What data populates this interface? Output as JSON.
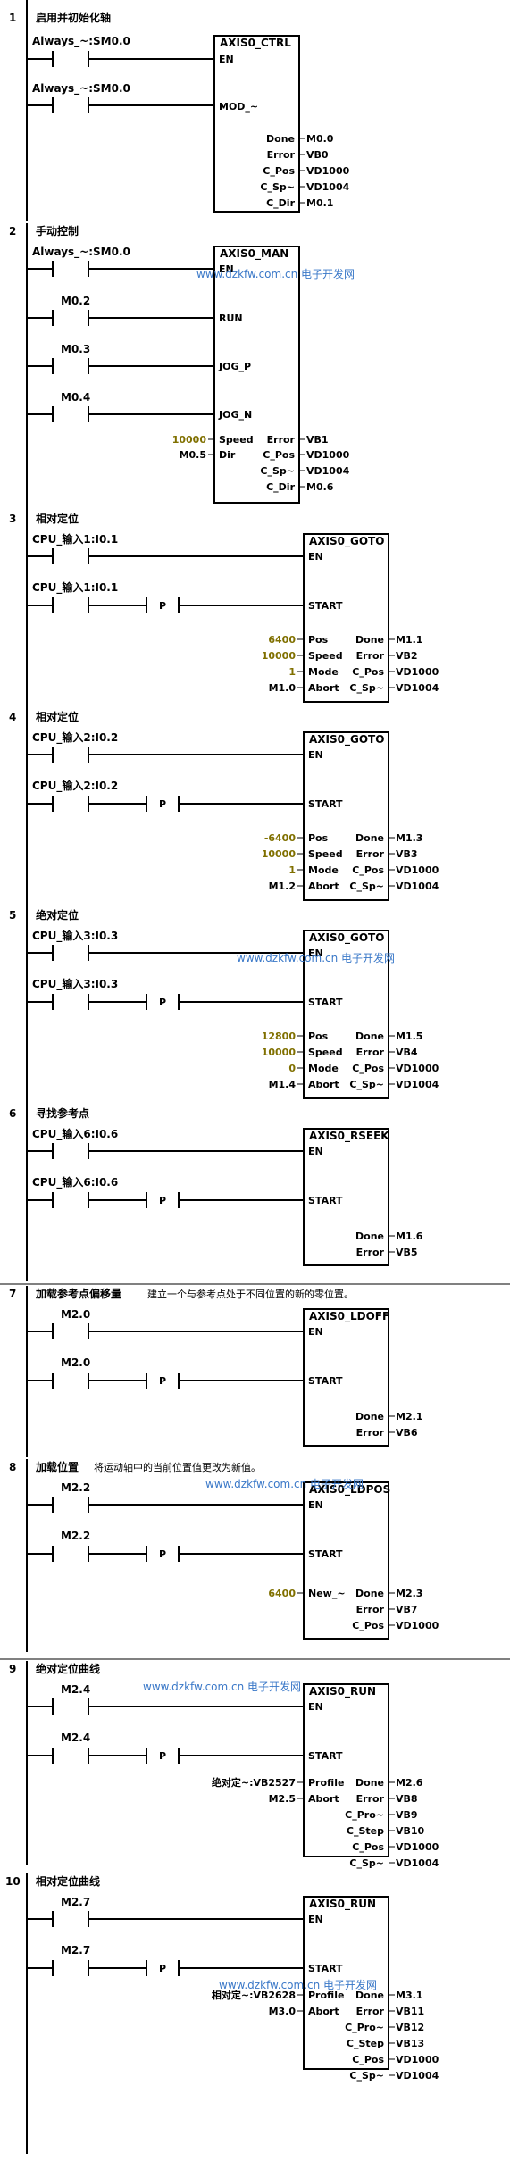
{
  "networks": [
    {
      "number": "1",
      "title": "启用并初始化轴",
      "comment": "",
      "contacts": [
        {
          "label": "Always_~:SM0.0",
          "pulse": false
        },
        {
          "label": "Always_~:SM0.0",
          "pulse": false
        }
      ],
      "block": {
        "name": "AXIS0_CTRL",
        "enable": "EN",
        "trigger_pin": "MOD_~",
        "inputs": [],
        "outputs": [
          {
            "pin": "Done",
            "value": "M0.0"
          },
          {
            "pin": "Error",
            "value": "VB0"
          },
          {
            "pin": "C_Pos",
            "value": "VD1000"
          },
          {
            "pin": "C_Sp~",
            "value": "VD1004"
          },
          {
            "pin": "C_Dir",
            "value": "M0.1"
          }
        ]
      }
    },
    {
      "number": "2",
      "title": "手动控制",
      "comment": "",
      "contacts": [
        {
          "label": "Always_~:SM0.0",
          "pulse": false
        },
        {
          "label": "M0.2",
          "pulse": false
        },
        {
          "label": "M0.3",
          "pulse": false
        },
        {
          "label": "M0.4",
          "pulse": false
        }
      ],
      "block": {
        "name": "AXIS0_MAN",
        "enable": "EN",
        "pins": [
          "RUN",
          "JOG_P",
          "JOG_N"
        ],
        "inputs": [
          {
            "pin": "Speed",
            "value": "10000",
            "constant": true
          },
          {
            "pin": "Dir",
            "value": "M0.5",
            "constant": false
          }
        ],
        "outputs": [
          {
            "pin": "Error",
            "value": "VB1"
          },
          {
            "pin": "C_Pos",
            "value": "VD1000"
          },
          {
            "pin": "C_Sp~",
            "value": "VD1004"
          },
          {
            "pin": "C_Dir",
            "value": "M0.6"
          }
        ]
      }
    },
    {
      "number": "3",
      "title": "相对定位",
      "comment": "",
      "contacts": [
        {
          "label": "CPU_输入1:I0.1",
          "pulse": false
        },
        {
          "label": "CPU_输入1:I0.1",
          "pulse": true
        }
      ],
      "block": {
        "name": "AXIS0_GOTO",
        "enable": "EN",
        "trigger_pin": "START",
        "inputs": [
          {
            "pin": "Pos",
            "value": "6400",
            "constant": true
          },
          {
            "pin": "Speed",
            "value": "10000",
            "constant": true
          },
          {
            "pin": "Mode",
            "value": "1",
            "constant": true
          },
          {
            "pin": "Abort",
            "value": "M1.0",
            "constant": false
          }
        ],
        "outputs": [
          {
            "pin": "Done",
            "value": "M1.1"
          },
          {
            "pin": "Error",
            "value": "VB2"
          },
          {
            "pin": "C_Pos",
            "value": "VD1000"
          },
          {
            "pin": "C_Sp~",
            "value": "VD1004"
          }
        ]
      }
    },
    {
      "number": "4",
      "title": "相对定位",
      "comment": "",
      "contacts": [
        {
          "label": "CPU_输入2:I0.2",
          "pulse": false
        },
        {
          "label": "CPU_输入2:I0.2",
          "pulse": true
        }
      ],
      "block": {
        "name": "AXIS0_GOTO",
        "enable": "EN",
        "trigger_pin": "START",
        "inputs": [
          {
            "pin": "Pos",
            "value": "-6400",
            "constant": true
          },
          {
            "pin": "Speed",
            "value": "10000",
            "constant": true
          },
          {
            "pin": "Mode",
            "value": "1",
            "constant": true
          },
          {
            "pin": "Abort",
            "value": "M1.2",
            "constant": false
          }
        ],
        "outputs": [
          {
            "pin": "Done",
            "value": "M1.3"
          },
          {
            "pin": "Error",
            "value": "VB3"
          },
          {
            "pin": "C_Pos",
            "value": "VD1000"
          },
          {
            "pin": "C_Sp~",
            "value": "VD1004"
          }
        ]
      }
    },
    {
      "number": "5",
      "title": "绝对定位",
      "comment": "",
      "contacts": [
        {
          "label": "CPU_输入3:I0.3",
          "pulse": false
        },
        {
          "label": "CPU_输入3:I0.3",
          "pulse": true
        }
      ],
      "block": {
        "name": "AXIS0_GOTO",
        "enable": "EN",
        "trigger_pin": "START",
        "inputs": [
          {
            "pin": "Pos",
            "value": "12800",
            "constant": true
          },
          {
            "pin": "Speed",
            "value": "10000",
            "constant": true
          },
          {
            "pin": "Mode",
            "value": "0",
            "constant": true
          },
          {
            "pin": "Abort",
            "value": "M1.4",
            "constant": false
          }
        ],
        "outputs": [
          {
            "pin": "Done",
            "value": "M1.5"
          },
          {
            "pin": "Error",
            "value": "VB4"
          },
          {
            "pin": "C_Pos",
            "value": "VD1000"
          },
          {
            "pin": "C_Sp~",
            "value": "VD1004"
          }
        ]
      }
    },
    {
      "number": "6",
      "title": "寻找参考点",
      "comment": "",
      "contacts": [
        {
          "label": "CPU_输入6:I0.6",
          "pulse": false
        },
        {
          "label": "CPU_输入6:I0.6",
          "pulse": true
        }
      ],
      "block": {
        "name": "AXIS0_RSEEK",
        "enable": "EN",
        "trigger_pin": "START",
        "inputs": [],
        "outputs": [
          {
            "pin": "Done",
            "value": "M1.6"
          },
          {
            "pin": "Error",
            "value": "VB5"
          }
        ]
      }
    },
    {
      "number": "7",
      "title": "加载参考点偏移量",
      "comment": "建立一个与参考点处于不同位置的新的零位置。",
      "contacts": [
        {
          "label": "M2.0",
          "pulse": false
        },
        {
          "label": "M2.0",
          "pulse": true
        }
      ],
      "block": {
        "name": "AXIS0_LDOFF",
        "enable": "EN",
        "trigger_pin": "START",
        "inputs": [],
        "outputs": [
          {
            "pin": "Done",
            "value": "M2.1"
          },
          {
            "pin": "Error",
            "value": "VB6"
          }
        ]
      }
    },
    {
      "number": "8",
      "title": "加载位置",
      "comment": "将运动轴中的当前位置值更改为新值。",
      "contacts": [
        {
          "label": "M2.2",
          "pulse": false
        },
        {
          "label": "M2.2",
          "pulse": true
        }
      ],
      "block": {
        "name": "AXIS0_LDPOS",
        "enable": "EN",
        "trigger_pin": "START",
        "inputs": [
          {
            "pin": "New_~",
            "value": "6400",
            "constant": true
          }
        ],
        "outputs": [
          {
            "pin": "Done",
            "value": "M2.3"
          },
          {
            "pin": "Error",
            "value": "VB7"
          },
          {
            "pin": "C_Pos",
            "value": "VD1000"
          }
        ]
      }
    },
    {
      "number": "9",
      "title": "绝对定位曲线",
      "comment": "",
      "contacts": [
        {
          "label": "M2.4",
          "pulse": false
        },
        {
          "label": "M2.4",
          "pulse": true
        }
      ],
      "block": {
        "name": "AXIS0_RUN",
        "enable": "EN",
        "trigger_pin": "START",
        "inputs": [
          {
            "pin": "Profile",
            "value": "绝对定~:VB2527",
            "constant": false
          },
          {
            "pin": "Abort",
            "value": "M2.5",
            "constant": false
          }
        ],
        "outputs": [
          {
            "pin": "Done",
            "value": "M2.6"
          },
          {
            "pin": "Error",
            "value": "VB8"
          },
          {
            "pin": "C_Pro~",
            "value": "VB9"
          },
          {
            "pin": "C_Step",
            "value": "VB10"
          },
          {
            "pin": "C_Pos",
            "value": "VD1000"
          },
          {
            "pin": "C_Sp~",
            "value": "VD1004"
          }
        ]
      }
    },
    {
      "number": "10",
      "title": "相对定位曲线",
      "comment": "",
      "contacts": [
        {
          "label": "M2.7",
          "pulse": false
        },
        {
          "label": "M2.7",
          "pulse": true
        }
      ],
      "block": {
        "name": "AXIS0_RUN",
        "enable": "EN",
        "trigger_pin": "START",
        "inputs": [
          {
            "pin": "Profile",
            "value": "相对定~:VB2628",
            "constant": false
          },
          {
            "pin": "Abort",
            "value": "M3.0",
            "constant": false
          }
        ],
        "outputs": [
          {
            "pin": "Done",
            "value": "M3.1"
          },
          {
            "pin": "Error",
            "value": "VB11"
          },
          {
            "pin": "C_Pro~",
            "value": "VB12"
          },
          {
            "pin": "C_Step",
            "value": "VB13"
          },
          {
            "pin": "C_Pos",
            "value": "VD1000"
          },
          {
            "pin": "C_Sp~",
            "value": "VD1004"
          }
        ]
      }
    }
  ],
  "pulse_symbol": "P",
  "watermark": "www.dzkfw.com.cn 电子开发网",
  "colors": {
    "constant": "#807000",
    "watermark": "#3a78c8",
    "rail": "#000000"
  }
}
